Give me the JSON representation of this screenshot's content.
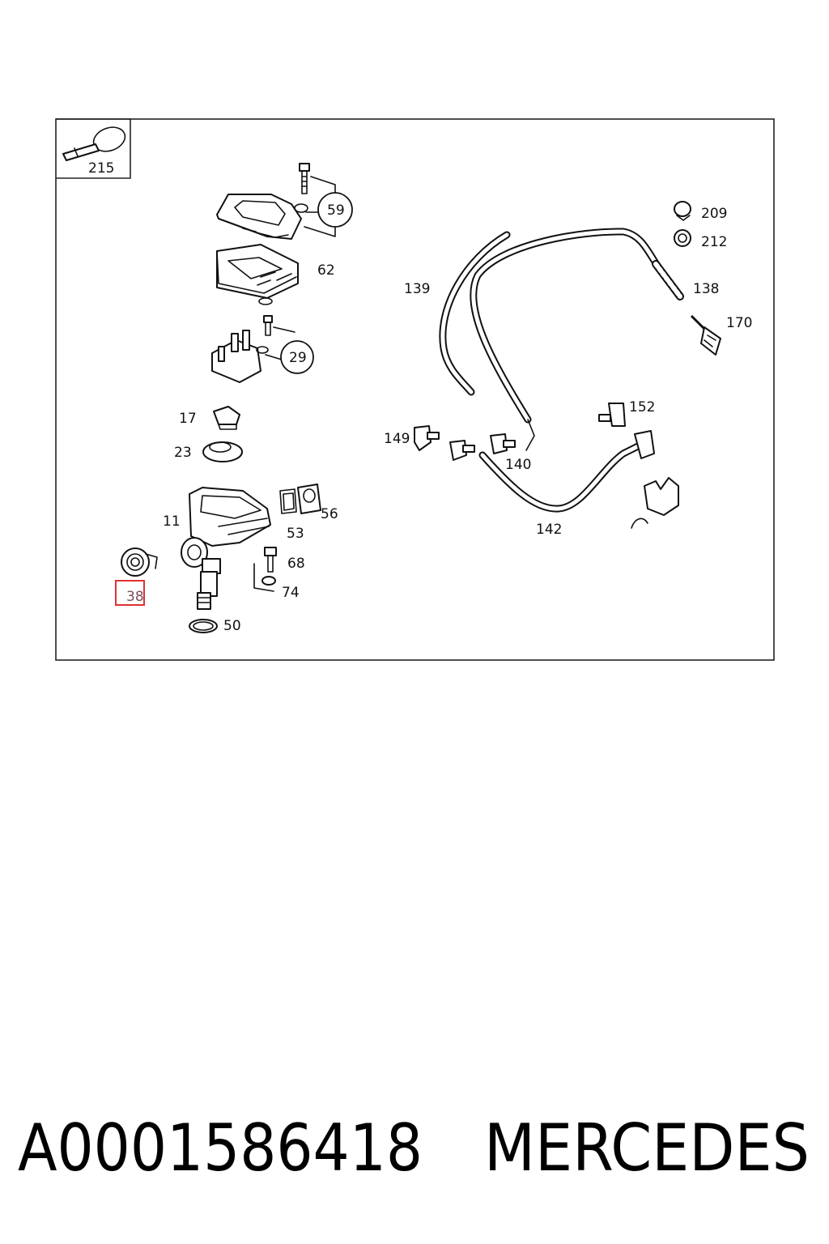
{
  "footer": {
    "part_number": "A0001586418",
    "brand": "MERCEDES"
  },
  "inset": {
    "label": "215"
  },
  "highlight": {
    "label": "38",
    "color": "#e03131"
  },
  "callouts": [
    {
      "id": "c59",
      "label": "59",
      "circled": true
    },
    {
      "id": "c62",
      "label": "62",
      "circled": false
    },
    {
      "id": "c29",
      "label": "29",
      "circled": true
    },
    {
      "id": "c17",
      "label": "17",
      "circled": false
    },
    {
      "id": "c23",
      "label": "23",
      "circled": false
    },
    {
      "id": "c11",
      "label": "11",
      "circled": false
    },
    {
      "id": "c56",
      "label": "56",
      "circled": false
    },
    {
      "id": "c53",
      "label": "53",
      "circled": false
    },
    {
      "id": "c68",
      "label": "68",
      "circled": false
    },
    {
      "id": "c74",
      "label": "74",
      "circled": false
    },
    {
      "id": "c50",
      "label": "50",
      "circled": false
    },
    {
      "id": "c139",
      "label": "139",
      "circled": false
    },
    {
      "id": "c209",
      "label": "209",
      "circled": false
    },
    {
      "id": "c212",
      "label": "212",
      "circled": false
    },
    {
      "id": "c138",
      "label": "138",
      "circled": false
    },
    {
      "id": "c170",
      "label": "170",
      "circled": false
    },
    {
      "id": "c152",
      "label": "152",
      "circled": false
    },
    {
      "id": "c149",
      "label": "149",
      "circled": false
    },
    {
      "id": "c140",
      "label": "140",
      "circled": false
    },
    {
      "id": "c142",
      "label": "142",
      "circled": false
    }
  ]
}
